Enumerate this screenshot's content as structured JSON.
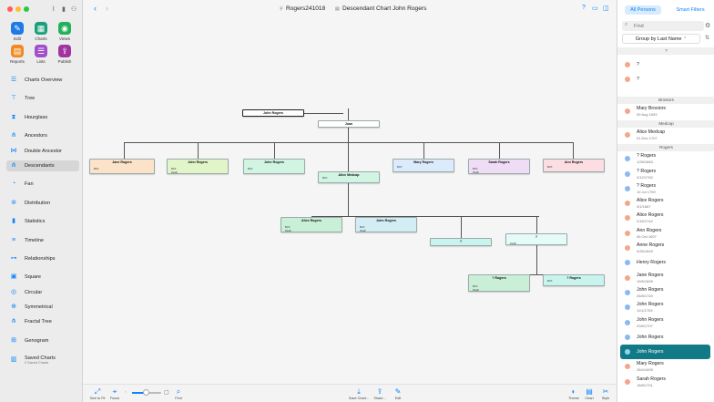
{
  "window": {
    "file_name": "Rogers241018",
    "chart_title": "Descendant Chart John Rogers"
  },
  "toolbar": [
    {
      "name": "edit",
      "label": "Edit",
      "color": "#1e7ae6",
      "glyph": "✎"
    },
    {
      "name": "charts",
      "label": "Charts",
      "color": "#1a9f7d",
      "glyph": "▦"
    },
    {
      "name": "views",
      "label": "Views",
      "color": "#23b05a",
      "glyph": "◉"
    },
    {
      "name": "reports",
      "label": "Reports",
      "color": "#f08a24",
      "glyph": "▤"
    },
    {
      "name": "lists",
      "label": "Lists",
      "color": "#a04fc9",
      "glyph": "☰"
    },
    {
      "name": "publish",
      "label": "Publish",
      "color": "#a0349f",
      "glyph": "⇪"
    }
  ],
  "nav": [
    {
      "label": "Charts Overview",
      "icon": "☰"
    },
    {
      "label": "Tree",
      "icon": "⊤"
    },
    {
      "label": "Hourglass",
      "icon": "⧗"
    },
    {
      "label": "Ancestors",
      "icon": "⋔"
    },
    {
      "label": "Double Ancestor",
      "icon": "⋈"
    },
    {
      "label": "Descendants",
      "icon": "⋔"
    },
    {
      "label": "Fan",
      "icon": "◔"
    },
    {
      "label": "Distribution",
      "icon": "⊚"
    },
    {
      "label": "Statistics",
      "icon": "▮"
    },
    {
      "label": "Timeline",
      "icon": "≡"
    },
    {
      "label": "Relationships",
      "icon": "⊶"
    },
    {
      "label": "Square",
      "icon": "▣"
    },
    {
      "label": "Circular",
      "icon": "◎"
    },
    {
      "label": "Symmetrical",
      "icon": "⊕"
    },
    {
      "label": "Fractal Tree",
      "icon": "⋔"
    },
    {
      "label": "Genogram",
      "icon": "⊞"
    }
  ],
  "saved": {
    "label": "Saved Charts",
    "sub": "0 Saved Charts"
  },
  "bottom": [
    {
      "label": "Size to Fit",
      "icon": "⤢"
    },
    {
      "label": "Focus",
      "icon": "⌖"
    },
    {
      "label": "Find",
      "icon": "⌕"
    },
    {
      "label": "Save Chart...",
      "icon": "⤓"
    },
    {
      "label": "Share...",
      "icon": "⇪"
    },
    {
      "label": "Edit",
      "icon": "✎"
    },
    {
      "label": "Theme",
      "icon": "◐"
    },
    {
      "label": "Chart",
      "icon": "▤"
    },
    {
      "label": "Style",
      "icon": "✂"
    }
  ],
  "chart_data": {
    "type": "descendant-tree",
    "boxes": [
      {
        "name": "John Rogers",
        "birth": "",
        "death": "",
        "color": "#ffffff"
      },
      {
        "name": "Joan",
        "birth": "",
        "death": "",
        "color": "#ffffff"
      },
      {
        "name": "Jane Rogers",
        "birth": "Birth",
        "death": "",
        "color": "#fbe2c9"
      },
      {
        "name": "John Rogers",
        "birth": "Birth",
        "death": "Death",
        "color": "#e2f5c8"
      },
      {
        "name": "John Rogers",
        "birth": "Birth",
        "death": "",
        "color": "#d2f4e3"
      },
      {
        "name": "Alice Medcap",
        "birth": "Birth",
        "death": "",
        "color": "#d2f4e3"
      },
      {
        "name": "Mary Rogers",
        "birth": "Birth",
        "death": "",
        "color": "#dcebfb"
      },
      {
        "name": "Sarah Rogers",
        "birth": "Birth",
        "death": "Death",
        "color": "#efdcf5"
      },
      {
        "name": "Ann Rogers",
        "birth": "Birth",
        "death": "",
        "color": "#fbdde2"
      },
      {
        "name": "Alice Rogers",
        "birth": "Birth",
        "death": "Death",
        "color": "#c9f0d6"
      },
      {
        "name": "John Rogers",
        "birth": "Birth",
        "death": "Death",
        "color": "#d2eef4"
      },
      {
        "name": "?",
        "birth": "",
        "death": "",
        "color": "#c9f4ee"
      },
      {
        "name": "?",
        "birth": "",
        "death": "Death",
        "color": "#e4fbf8"
      },
      {
        "name": "? Rogers",
        "birth": "Birth",
        "death": "Death",
        "color": "#c9f0d6"
      },
      {
        "name": "? Rogers",
        "birth": "Birth",
        "death": "",
        "color": "#c9f4ee"
      }
    ]
  },
  "panel": {
    "seg_all": "All Persons",
    "seg_smart": "Smart Filters",
    "find_placeholder": "Find",
    "group": "Group by Last Name",
    "sections": [
      {
        "header": "?",
        "people": [
          {
            "name": "?",
            "date": "",
            "color": "#f4a68c"
          },
          {
            "name": "?",
            "date": "",
            "color": "#f4a68c"
          }
        ]
      },
      {
        "header": "Brosiors",
        "people": [
          {
            "name": "Mary Brosiors",
            "date": "09 Aug 1693",
            "color": "#f4a68c"
          }
        ]
      },
      {
        "header": "Medcap",
        "people": [
          {
            "name": "Alice Medcap",
            "date": "01 Dec 1707",
            "color": "#f4a68c"
          }
        ]
      },
      {
        "header": "Rogers",
        "people": [
          {
            "name": "? Rogers",
            "date": "1/28/1683",
            "color": "#8ab8ef"
          },
          {
            "name": "? Rogers",
            "date": "2/12/1762",
            "color": "#8ab8ef"
          },
          {
            "name": "? Rogers",
            "date": "10 Jul 1759",
            "color": "#8ab8ef"
          },
          {
            "name": "Alice Rogers",
            "date": "3/1/1667",
            "color": "#f4a68c"
          },
          {
            "name": "Alice Rogers",
            "date": "2/16/1742",
            "color": "#f4a68c"
          },
          {
            "name": "Ann Rogers",
            "date": "05 Oct 1697",
            "color": "#f4a68c"
          },
          {
            "name": "Anne Rogers",
            "date": "3/26/1649",
            "color": "#f4a68c"
          },
          {
            "name": "Henry Rogers",
            "date": "",
            "color": "#8ab8ef"
          },
          {
            "name": "Jane Rogers",
            "date": "19/5/1699",
            "color": "#f4a68c"
          },
          {
            "name": "John Rogers",
            "date": "28/8/1740",
            "color": "#8ab8ef"
          },
          {
            "name": "John Rogers",
            "date": "11/1/1703",
            "color": "#8ab8ef"
          },
          {
            "name": "John Rogers",
            "date": "20/6/1707",
            "color": "#8ab8ef"
          },
          {
            "name": "John Rogers",
            "date": "",
            "color": "#8ab8ef"
          },
          {
            "name": "John Rogers",
            "date": "",
            "color": "#8ab8ef",
            "selected": true
          },
          {
            "name": "Mary Rogers",
            "date": "28/4/1695",
            "color": "#f4a68c"
          },
          {
            "name": "Sarah Rogers",
            "date": "18/8/1701",
            "color": "#f4a68c"
          }
        ]
      }
    ]
  }
}
